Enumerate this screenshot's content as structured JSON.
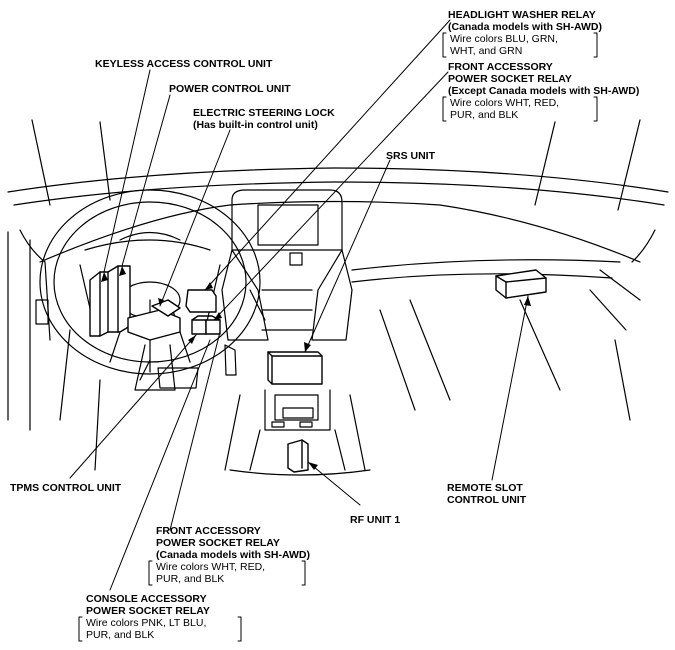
{
  "labels": {
    "keyless": "KEYLESS ACCESS CONTROL UNIT",
    "power_control": "POWER CONTROL UNIT",
    "steering_lock": "ELECTRIC STEERING LOCK",
    "steering_lock_note": "(Has built-in control unit)",
    "headlight_washer": "HEADLIGHT WASHER RELAY",
    "headlight_washer_note": "(Canada models with SH-AWD)",
    "headlight_wire_1": "Wire colors  BLU, GRN,",
    "headlight_wire_2": "WHT, and GRN",
    "front_acc_top_1": "FRONT ACCESSORY",
    "front_acc_top_2": "POWER SOCKET RELAY",
    "front_acc_top_note": "(Except Canada models with SH-AWD)",
    "front_acc_top_wire_1": "Wire colors  WHT, RED,",
    "front_acc_top_wire_2": "PUR, and BLK",
    "srs": "SRS UNIT",
    "tpms": "TPMS CONTROL UNIT",
    "remote_slot_1": "REMOTE SLOT",
    "remote_slot_2": "CONTROL UNIT",
    "rf_unit": "RF UNIT 1",
    "front_acc_bot_1": "FRONT ACCESSORY",
    "front_acc_bot_2": "POWER SOCKET RELAY",
    "front_acc_bot_note": "(Canada models with SH-AWD)",
    "front_acc_bot_wire_1": "Wire colors  WHT, RED,",
    "front_acc_bot_wire_2": "PUR, and BLK",
    "console_1": "CONSOLE ACCESSORY",
    "console_2": "POWER SOCKET RELAY",
    "console_wire_1": "Wire colors  PNK, LT BLU,",
    "console_wire_2": "PUR, and BLK"
  }
}
